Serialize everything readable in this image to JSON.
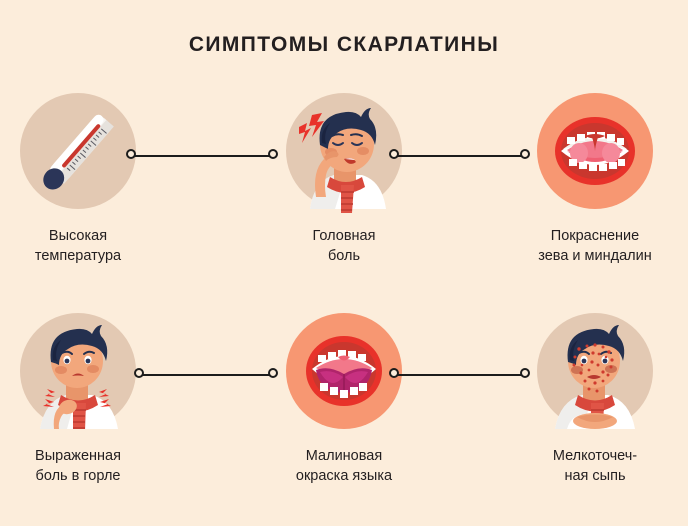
{
  "page": {
    "title": "СИМПТОМЫ СКАРЛАТИНЫ",
    "background_color": "#FCEDDB",
    "text_color": "#231F20"
  },
  "palette": {
    "background": "#FCEDDB",
    "circle_tan": "#E3C9B3",
    "circle_peach": "#F79772",
    "connector_line": "#1C1C1C",
    "accent_red": "#E8322A",
    "scarf_red": "#D84A3C",
    "hair_navy": "#24304F",
    "skin": "#F2A77C",
    "tongue_raspberry": "#B0246B",
    "throat_pink": "#F2788A"
  },
  "symptoms": [
    {
      "index": 1,
      "icon": "thermometer-icon",
      "circle_color": "#E3C9B3",
      "label": "Высокая\nтемпература"
    },
    {
      "index": 2,
      "icon": "boy-headache-icon",
      "circle_color": "#E3C9B3",
      "label": "Головная\nболь"
    },
    {
      "index": 3,
      "icon": "red-throat-tonsils-icon",
      "circle_color": "#F79772",
      "label": "Покраснение\nзева и миндалин"
    },
    {
      "index": 4,
      "icon": "boy-sore-throat-icon",
      "circle_color": "#E3C9B3",
      "label": "Выраженная\nболь в горле"
    },
    {
      "index": 5,
      "icon": "raspberry-tongue-icon",
      "circle_color": "#F79772",
      "label": "Малиновая\nокраска языка"
    },
    {
      "index": 6,
      "icon": "boy-rash-icon",
      "circle_color": "#E3C9B3",
      "label": "Мелкоточеч-\nная сыпь"
    }
  ],
  "connectors": [
    {
      "from": 1,
      "to": 2,
      "row": "top"
    },
    {
      "from": 2,
      "to": 3,
      "row": "top"
    },
    {
      "from": 4,
      "to": 5,
      "row": "bottom"
    },
    {
      "from": 5,
      "to": 6,
      "row": "bottom"
    }
  ]
}
